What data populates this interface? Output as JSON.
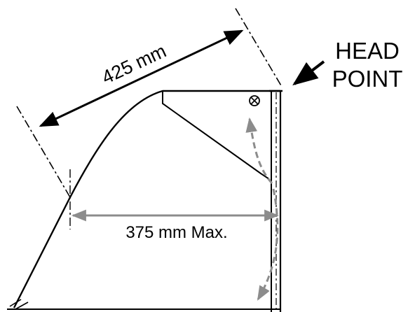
{
  "labels": {
    "top_dimension": "425 mm",
    "bottom_dimension": "375 mm Max.",
    "head_point_line1": "HEAD",
    "head_point_line2": "POINT"
  },
  "colors": {
    "outline": "#000000",
    "measure_grey": "#8c8c8c",
    "background": "#ffffff"
  },
  "icons": {
    "mast_marker": "circled-cross-icon"
  }
}
